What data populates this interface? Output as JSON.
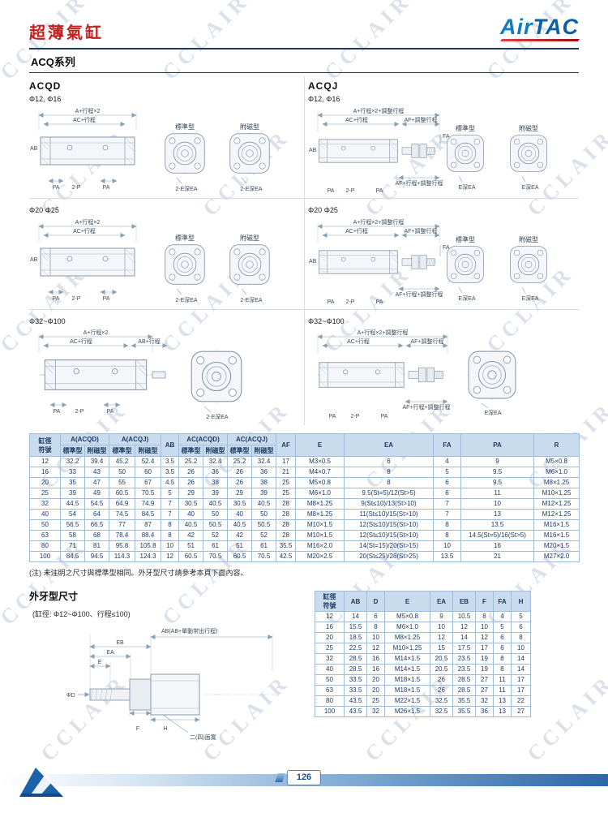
{
  "header": {
    "title": "超薄氣缸",
    "series": "ACQ系列",
    "brand_air": "Air",
    "brand_tac": "TAC"
  },
  "watermark": {
    "text": "CCLAIR"
  },
  "models": {
    "acqd": "ACQD",
    "acqj": "ACQJ"
  },
  "sizes": {
    "g1": "Φ12, Φ16",
    "g2": "Φ20  Φ25",
    "g3": "Φ32~Φ100"
  },
  "labels": {
    "a2": "A+行程×2",
    "a2adj": "A+行程×2+調整行程",
    "ac": "AC+行程",
    "ab": "AB",
    "abst": "AB+行程",
    "afadj": "AF+調整行程",
    "affull": "AF+行程+調整行程",
    "fa": "FA",
    "pa": "PA",
    "p2": "2-P",
    "std": "標準型",
    "mag": "附磁型",
    "e2ea": "2-E深EA",
    "eea": "E深EA"
  },
  "main_table": {
    "corner": "缸徑\n符號",
    "groups": {
      "a_acqd": "A(ACQD)",
      "a_acqj": "A(ACQJ)",
      "ab": "AB",
      "ac_acqd": "AC(ACQD)",
      "ac_acqj": "AC(ACQJ)",
      "af": "AF",
      "e": "E",
      "ea": "EA",
      "fa": "FA",
      "pa": "PA",
      "r": "R"
    },
    "sub": {
      "std": "標準型",
      "mag": "附磁型"
    },
    "rows": [
      [
        "12",
        "32.2",
        "39.4",
        "45.2",
        "52.4",
        "3.5",
        "25.2",
        "32.4",
        "25.2",
        "32.4",
        "17",
        "M3×0.5",
        "6",
        "4",
        "9",
        "M5×0.8"
      ],
      [
        "16",
        "33",
        "43",
        "50",
        "60",
        "3.5",
        "26",
        "36",
        "26",
        "36",
        "21",
        "M4×0.7",
        "8",
        "5",
        "9.5",
        "M6×1.0"
      ],
      [
        "20",
        "35",
        "47",
        "55",
        "67",
        "4.5",
        "26",
        "38",
        "26",
        "38",
        "25",
        "M5×0.8",
        "8",
        "6",
        "9.5",
        "M8×1.25"
      ],
      [
        "25",
        "39",
        "49",
        "60.5",
        "70.5",
        "5",
        "29",
        "39",
        "29",
        "39",
        "25",
        "M6×1.0",
        "9.5(St=5)/12(St>5)",
        "6",
        "11",
        "M10×1.25"
      ],
      [
        "32",
        "44.5",
        "54.5",
        "64.9",
        "74.9",
        "7",
        "30.5",
        "40.5",
        "30.5",
        "40.5",
        "28",
        "M8×1.25",
        "9(St≤10)/13(St>10)",
        "7",
        "10",
        "M12×1.25"
      ],
      [
        "40",
        "54",
        "64",
        "74.5",
        "84.5",
        "7",
        "40",
        "50",
        "40",
        "50",
        "28",
        "M8×1.25",
        "11(St≤10)/15(St>10)",
        "7",
        "13",
        "M12×1.25"
      ],
      [
        "50",
        "56.5",
        "66.5",
        "77",
        "87",
        "8",
        "40.5",
        "50.5",
        "40.5",
        "50.5",
        "28",
        "M10×1.5",
        "12(St≤10)/15(St>10)",
        "8",
        "13.5",
        "M16×1.5"
      ],
      [
        "63",
        "58",
        "68",
        "78.4",
        "88.4",
        "8",
        "42",
        "52",
        "42",
        "52",
        "28",
        "M10×1.5",
        "12(St≤10)/15(St>10)",
        "8",
        "14.5(St=5)/16(St>5)",
        "M16×1.5"
      ],
      [
        "80",
        "71",
        "81",
        "95.8",
        "105.8",
        "10",
        "51",
        "61",
        "51",
        "61",
        "35.5",
        "M16×2.0",
        "14(St=15)/20(St>15)",
        "10",
        "16",
        "M20×1.5"
      ],
      [
        "100",
        "84.5",
        "94.5",
        "114.3",
        "124.3",
        "12",
        "60.5",
        "70.5",
        "60.5",
        "70.5",
        "42.5",
        "M20×2.5",
        "20(St≤25)/26(St>25)",
        "13.5",
        "21",
        "M27×2.0"
      ]
    ]
  },
  "note": "(注) 未注明之尺寸與標準型相同。外牙型尺寸請參考本頁下面內容。",
  "ext": {
    "title": "外牙型尺寸",
    "subtitle": "(缸徑: Φ12~Φ100、行程≤100)",
    "labels": {
      "ab_note": "AB(AB+單動常出行程)",
      "eb": "EB",
      "ea": "EA",
      "e": "E",
      "d": "ΦD",
      "f": "F",
      "h": "H",
      "face": "二(四)面寬"
    },
    "headers": {
      "bore": "缸徑\n符號",
      "ab": "AB",
      "d": "D",
      "e": "E",
      "ea": "EA",
      "eb": "EB",
      "f": "F",
      "fa": "FA",
      "h": "H"
    },
    "rows": [
      [
        "12",
        "14",
        "6",
        "M5×0.8",
        "9",
        "10.5",
        "8",
        "4",
        "5"
      ],
      [
        "16",
        "15.5",
        "8",
        "M6×1.0",
        "10",
        "12",
        "10",
        "5",
        "6"
      ],
      [
        "20",
        "18.5",
        "10",
        "M8×1.25",
        "12",
        "14",
        "12",
        "6",
        "8"
      ],
      [
        "25",
        "22.5",
        "12",
        "M10×1.25",
        "15",
        "17.5",
        "17",
        "6",
        "10"
      ],
      [
        "32",
        "28.5",
        "16",
        "M14×1.5",
        "20.5",
        "23.5",
        "19",
        "8",
        "14"
      ],
      [
        "40",
        "28.5",
        "16",
        "M14×1.5",
        "20.5",
        "23.5",
        "19",
        "8",
        "14"
      ],
      [
        "50",
        "33.5",
        "20",
        "M18×1.5",
        "26",
        "28.5",
        "27",
        "11",
        "17"
      ],
      [
        "63",
        "33.5",
        "20",
        "M18×1.5",
        "26",
        "28.5",
        "27",
        "11",
        "17"
      ],
      [
        "80",
        "43.5",
        "25",
        "M22×1.5",
        "32.5",
        "35.5",
        "32",
        "13",
        "22"
      ],
      [
        "100",
        "43.5",
        "32",
        "M26×1.5",
        "32.5",
        "35.5",
        "36",
        "13",
        "27"
      ]
    ]
  },
  "footer": {
    "page_number": "126"
  }
}
